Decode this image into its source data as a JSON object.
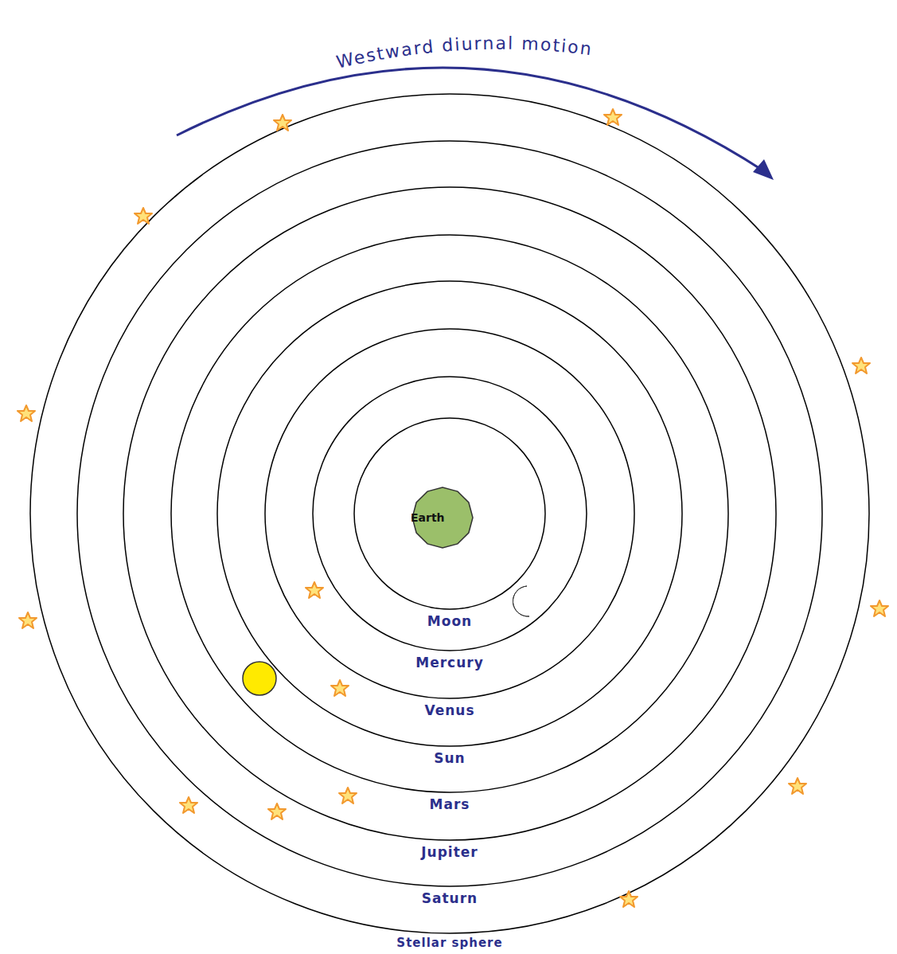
{
  "diagram": {
    "nodes": [
      {
        "text": [
          "Earth"
        ]
      }
    ],
    "labels": [
      "Westward diurnal motion",
      "Moon",
      "Mercury",
      "Venus",
      "Sun",
      "Mars",
      "Jupiter",
      "Saturn",
      "Stellar sphere"
    ]
  }
}
